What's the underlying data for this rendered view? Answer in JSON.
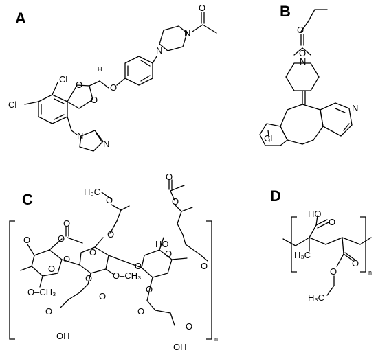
{
  "panels": {
    "a": {
      "label": "A",
      "atoms": {
        "cl_top": "Cl",
        "cl_left": "Cl",
        "o1": "O",
        "o2": "O",
        "o3": "O",
        "o_ketone": "O",
        "n1": "N",
        "n2": "N",
        "n3": "N",
        "n4": "N",
        "h": "H"
      }
    },
    "b": {
      "label": "B",
      "atoms": {
        "o_ester": "O",
        "o_carbonyl": "O",
        "n_pip": "N",
        "n_pyr": "N",
        "cl": "Cl"
      }
    },
    "c": {
      "label": "C",
      "atoms": {
        "h3c_top": "H₃C",
        "o_top": "O",
        "o_top2": "O",
        "o_acetyl_r": "O",
        "o_acetyl_r2": "O",
        "o_ring1": "O",
        "o_ring2": "O",
        "o_ring3": "O",
        "o_link1": "O",
        "o_link2": "O",
        "o_methoxy_left": "O",
        "o_acetyl_left": "O",
        "o_acetyl_left2": "O",
        "ho_mid": "HO",
        "och3_mid": "O–CH₃",
        "och3_bottom": "O–CH₃",
        "o_succ1": "O",
        "o_succ1b": "O",
        "oh_succ1": "OH",
        "o_succ1c": "O",
        "o_succ2": "O",
        "o_succ2b": "O",
        "oh_succ2": "OH",
        "o_succ2c": "O",
        "o_end": "O"
      },
      "subscript": "n"
    },
    "d": {
      "label": "D",
      "atoms": {
        "ho": "HO",
        "o_acid": "O",
        "h3c": "H₃C",
        "o_ester": "O",
        "o_ester2": "O",
        "h3c_ethyl": "H₃C"
      },
      "subscript": "n"
    }
  }
}
